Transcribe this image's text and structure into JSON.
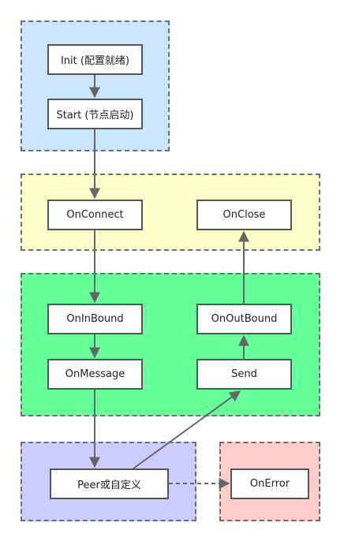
{
  "groups": {
    "lifecycle": {
      "color": "#cce5ff"
    },
    "connection": {
      "color": "#ffffcc"
    },
    "io": {
      "color": "#66ff99"
    },
    "peer": {
      "color": "#ccccff"
    },
    "error": {
      "color": "#ffcccc"
    }
  },
  "nodes": {
    "init": "Init (配置就绪)",
    "start": "Start (节点启动)",
    "on_connect": "OnConnect",
    "on_close": "OnClose",
    "on_in_bound": "OnInBound",
    "on_out_bound": "OnOutBound",
    "on_message": "OnMessage",
    "send": "Send",
    "peer": "Peer或自定义",
    "on_error": "OnError"
  },
  "edges": [
    {
      "from": "init",
      "to": "start",
      "style": "solid"
    },
    {
      "from": "start",
      "to": "on_connect",
      "style": "solid"
    },
    {
      "from": "on_connect",
      "to": "on_in_bound",
      "style": "solid"
    },
    {
      "from": "on_in_bound",
      "to": "on_message",
      "style": "solid"
    },
    {
      "from": "on_message",
      "to": "peer",
      "style": "solid"
    },
    {
      "from": "peer",
      "to": "send",
      "style": "solid"
    },
    {
      "from": "send",
      "to": "on_out_bound",
      "style": "solid"
    },
    {
      "from": "on_out_bound",
      "to": "on_close",
      "style": "solid"
    },
    {
      "from": "peer",
      "to": "on_error",
      "style": "dashed"
    }
  ]
}
